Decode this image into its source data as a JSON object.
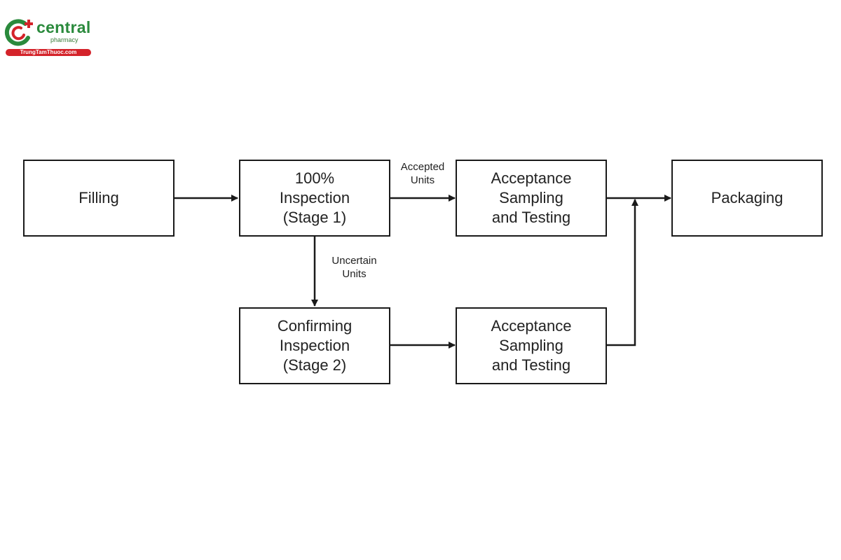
{
  "logo": {
    "name": "central",
    "subtitle": "pharmacy",
    "strip": "TrungTamThuoc.com",
    "colors": {
      "green": "#2a8a3c",
      "red": "#d4232a"
    }
  },
  "diagram": {
    "nodes": {
      "filling": "Filling",
      "inspection_stage1": "100%\nInspection\n(Stage 1)",
      "acceptance_1": "Acceptance\nSampling\nand Testing",
      "packaging": "Packaging",
      "confirming_stage2": "Confirming\nInspection\n(Stage 2)",
      "acceptance_2": "Acceptance\nSampling\nand Testing"
    },
    "edge_labels": {
      "accepted_units": "Accepted\nUnits",
      "uncertain_units": "Uncertain\nUnits"
    },
    "edges": [
      {
        "from": "filling",
        "to": "inspection_stage1"
      },
      {
        "from": "inspection_stage1",
        "to": "acceptance_1",
        "label": "accepted_units"
      },
      {
        "from": "inspection_stage1",
        "to": "confirming_stage2",
        "label": "uncertain_units"
      },
      {
        "from": "acceptance_1",
        "to": "packaging"
      },
      {
        "from": "confirming_stage2",
        "to": "acceptance_2"
      },
      {
        "from": "acceptance_2",
        "to": "packaging"
      }
    ]
  }
}
